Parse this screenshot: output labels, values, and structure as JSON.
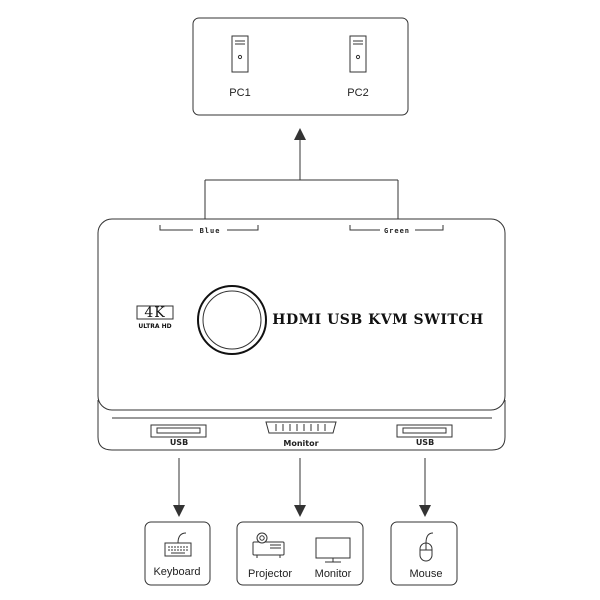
{
  "computers": {
    "pc1": "PC1",
    "pc2": "PC2"
  },
  "device": {
    "title": "HDMI USB KVM SWITCH",
    "badge_top": "4K",
    "badge_bottom": "ULTRA HD",
    "port_blue": "Blue",
    "port_green": "Green",
    "usb_left": "USB",
    "hdmi_label": "Monitor",
    "usb_right": "USB"
  },
  "outputs": {
    "keyboard": "Keyboard",
    "projector": "Projector",
    "monitor": "Monitor",
    "mouse": "Mouse"
  },
  "icons": {
    "pc1": "desktop-tower-icon",
    "pc2": "desktop-tower-icon",
    "keyboard": "keyboard-icon",
    "projector": "projector-icon",
    "monitor": "monitor-icon",
    "mouse": "mouse-icon"
  }
}
